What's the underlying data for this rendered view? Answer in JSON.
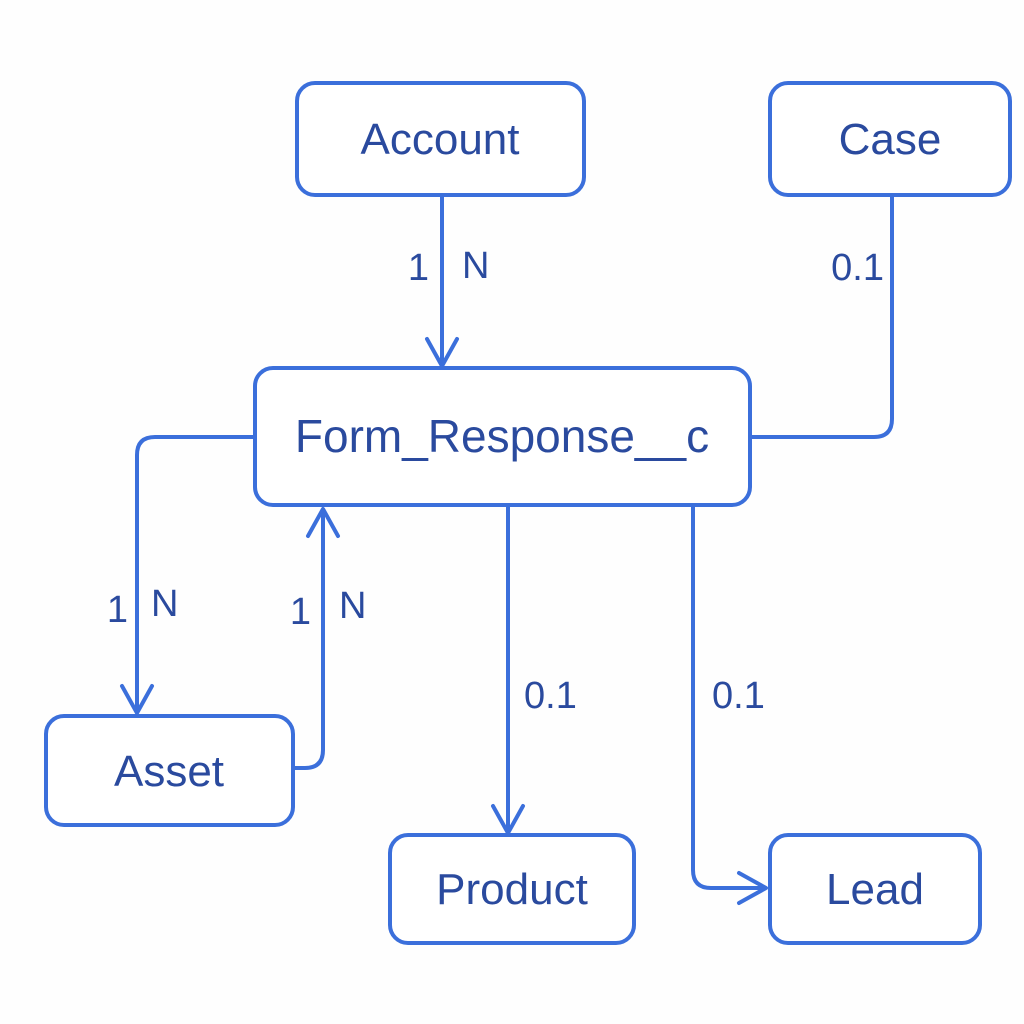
{
  "diagram": {
    "kind": "entity-relationship-diagram",
    "colors": {
      "stroke": "#3b6fdb",
      "text": "#2a4a9e",
      "background": "#fefefe"
    },
    "nodes": [
      {
        "id": "account",
        "label": "Account"
      },
      {
        "id": "case",
        "label": "Case"
      },
      {
        "id": "form_response",
        "label": "Form_Response__c"
      },
      {
        "id": "asset",
        "label": "Asset"
      },
      {
        "id": "product",
        "label": "Product"
      },
      {
        "id": "lead",
        "label": "Lead"
      }
    ],
    "edges": [
      {
        "from": "Account",
        "to": "Form_Response__c",
        "arrow": "to",
        "labels": [
          "1",
          "N"
        ]
      },
      {
        "from": "Case",
        "to": "Form_Response__c",
        "arrow": "none",
        "labels": [
          "0.1"
        ]
      },
      {
        "from": "Form_Response__c",
        "to": "Asset",
        "arrow": "to",
        "labels": [
          "1",
          "N"
        ]
      },
      {
        "from": "Asset",
        "to": "Form_Response__c",
        "arrow": "to",
        "labels": [
          "1",
          "N"
        ]
      },
      {
        "from": "Form_Response__c",
        "to": "Product",
        "arrow": "to",
        "labels": [
          "0.1"
        ]
      },
      {
        "from": "Form_Response__c",
        "to": "Lead",
        "arrow": "to",
        "labels": [
          "0.1"
        ]
      }
    ]
  }
}
